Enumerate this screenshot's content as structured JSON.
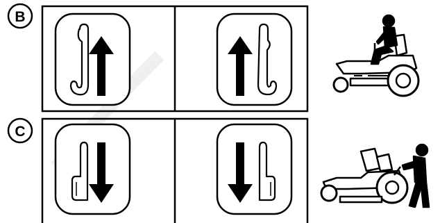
{
  "rows": [
    {
      "label": "B",
      "direction": "up",
      "panels": [
        "left-lever",
        "right-lever"
      ],
      "operator": "seated-riding-mower"
    },
    {
      "label": "C",
      "direction": "down",
      "panels": [
        "left-lever",
        "right-lever"
      ],
      "operator": "standing-pushing-mower"
    }
  ],
  "colors": {
    "ink": "#000000",
    "paper": "#ffffff"
  },
  "icons": [
    "up-arrow-icon",
    "down-arrow-icon",
    "control-lever-icon",
    "riding-mower-icon",
    "pushing-mower-icon"
  ]
}
